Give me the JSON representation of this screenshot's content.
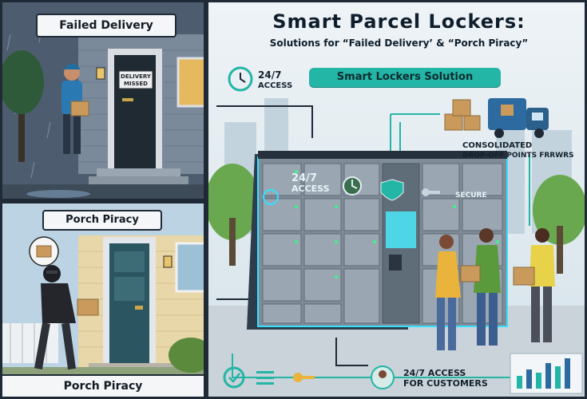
{
  "left_top": {
    "label": "Failed Delivery",
    "door_sign": [
      "DELIVERY",
      "MISSED"
    ]
  },
  "left_bottom": {
    "top_label": "Porch Piracy",
    "bottom_label": "Porch Piracy"
  },
  "right": {
    "title": "Smart Parcel Lockers:",
    "subtitle": "Solutions for “Failed Delivery’ & “Porch Piracy”",
    "access_callout": [
      "24/7",
      "ACCESS"
    ],
    "solution_pill": "Smart Lockers Solution",
    "locker_access": [
      "24/7",
      "ACCESS"
    ],
    "secure_label": "SECURE",
    "consolidated": [
      "CONSOLIDATED",
      "DROP-OFF POINTS FRRWRS"
    ],
    "customers": [
      "24/7 ACCESS",
      "FOR CUSTOMERS"
    ]
  },
  "colors": {
    "accent": "#23b5a6",
    "glow": "#35e0ff",
    "dark": "#1f2a36"
  }
}
